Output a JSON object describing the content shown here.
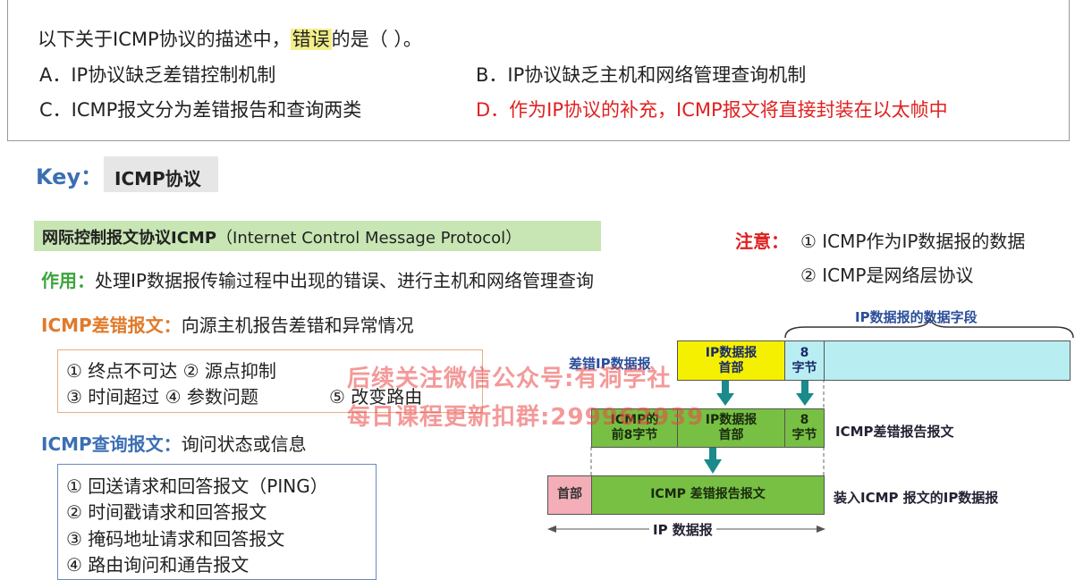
{
  "question": {
    "stem_pre": "以下关于ICMP协议的描述中，",
    "stem_highlight": "错误",
    "stem_post": "的是（        ）。",
    "option_a": "A．IP协议缺乏差错控制机制",
    "option_b": "B．IP协议缺乏主机和网络管理查询机制",
    "option_c": "C．ICMP报文分为差错报告和查询两类",
    "option_d": "D．作为IP协议的补充，ICMP报文将直接封装在以太帧中"
  },
  "key": {
    "label": "Key：",
    "topic": "ICMP协议"
  },
  "definition": {
    "bold": "网际控制报文协议ICMP",
    "rest": "（Internet Control Message Protocol）"
  },
  "purpose": {
    "label": "作用：",
    "text": "处理IP数据报传输过程中出现的错误、进行主机和网络管理查询"
  },
  "error_msg": {
    "label": "ICMP差错报文：",
    "text": "向源主机报告差错和异常情况",
    "items_row1": "① 终点不可达  ② 源点抑制",
    "items_row2a": "③ 时间超过  ④ 参数问题",
    "items_row2b": "⑤ 改变路由"
  },
  "query_msg": {
    "label": "ICMP查询报文：",
    "text": "询问状态或信息",
    "items": [
      "① 回送请求和回答报文（PING）",
      "② 时间戳请求和回答报文",
      "③ 掩码地址请求和回答报文",
      "④ 路由询问和通告报文"
    ]
  },
  "note": {
    "label": "注意：",
    "item1": "① ICMP作为IP数据报的数据",
    "item2": "② ICMP是网络层协议"
  },
  "diagram": {
    "data_field_label": "IP数据报的数据字段",
    "error_ip_label": "差错IP数据报",
    "ip_header_line1": "IP数据报",
    "ip_header_line2": "首部",
    "eight_line1": "8",
    "eight_line2": "字节",
    "icmp_front_line1": "ICMP的",
    "icmp_front_line2": "前8字节",
    "icmp_report_label": "ICMP差错报告报文",
    "header_cell": "首部",
    "icmp_report_cell": "ICMP 差错报告报文",
    "encap_label": "装入ICMP 报文的IP数据报",
    "ip_datagram_label": "IP 数据报"
  },
  "watermark": {
    "line1": "后续关注微信公众号:有洞学社",
    "line2": "每日课程更新扣群:299962939"
  },
  "colors": {
    "red": "#e02020",
    "green_label": "#3aa53a",
    "orange_label": "#e07a2a",
    "blue_label": "#3b6fb4",
    "yellow_cell": "#f5f000",
    "cyan_cell": "#b8eef2",
    "green_cell": "#77c043",
    "pink_cell": "#f3aeb8"
  }
}
